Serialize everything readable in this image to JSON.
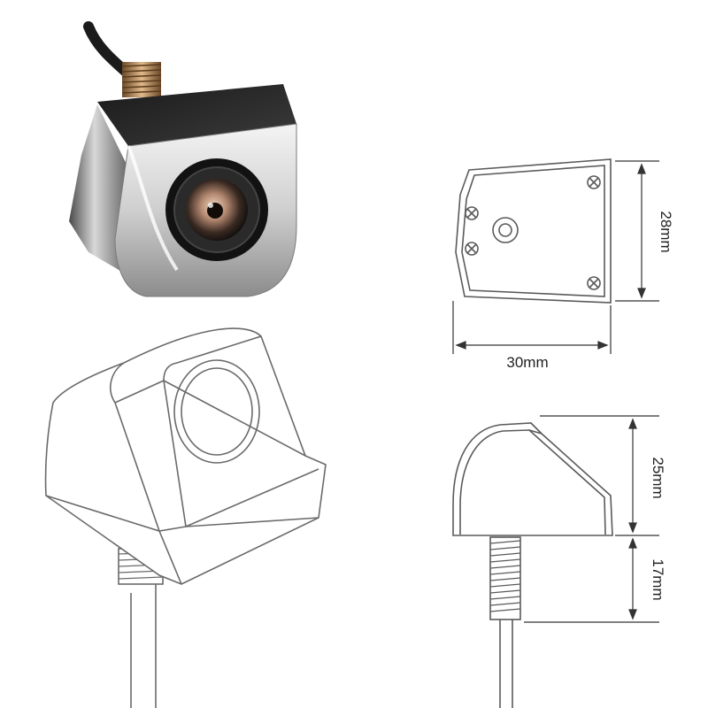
{
  "dimensions": {
    "width": "30mm",
    "height": "28mm",
    "body_height": "25mm",
    "thread_length": "17mm"
  }
}
